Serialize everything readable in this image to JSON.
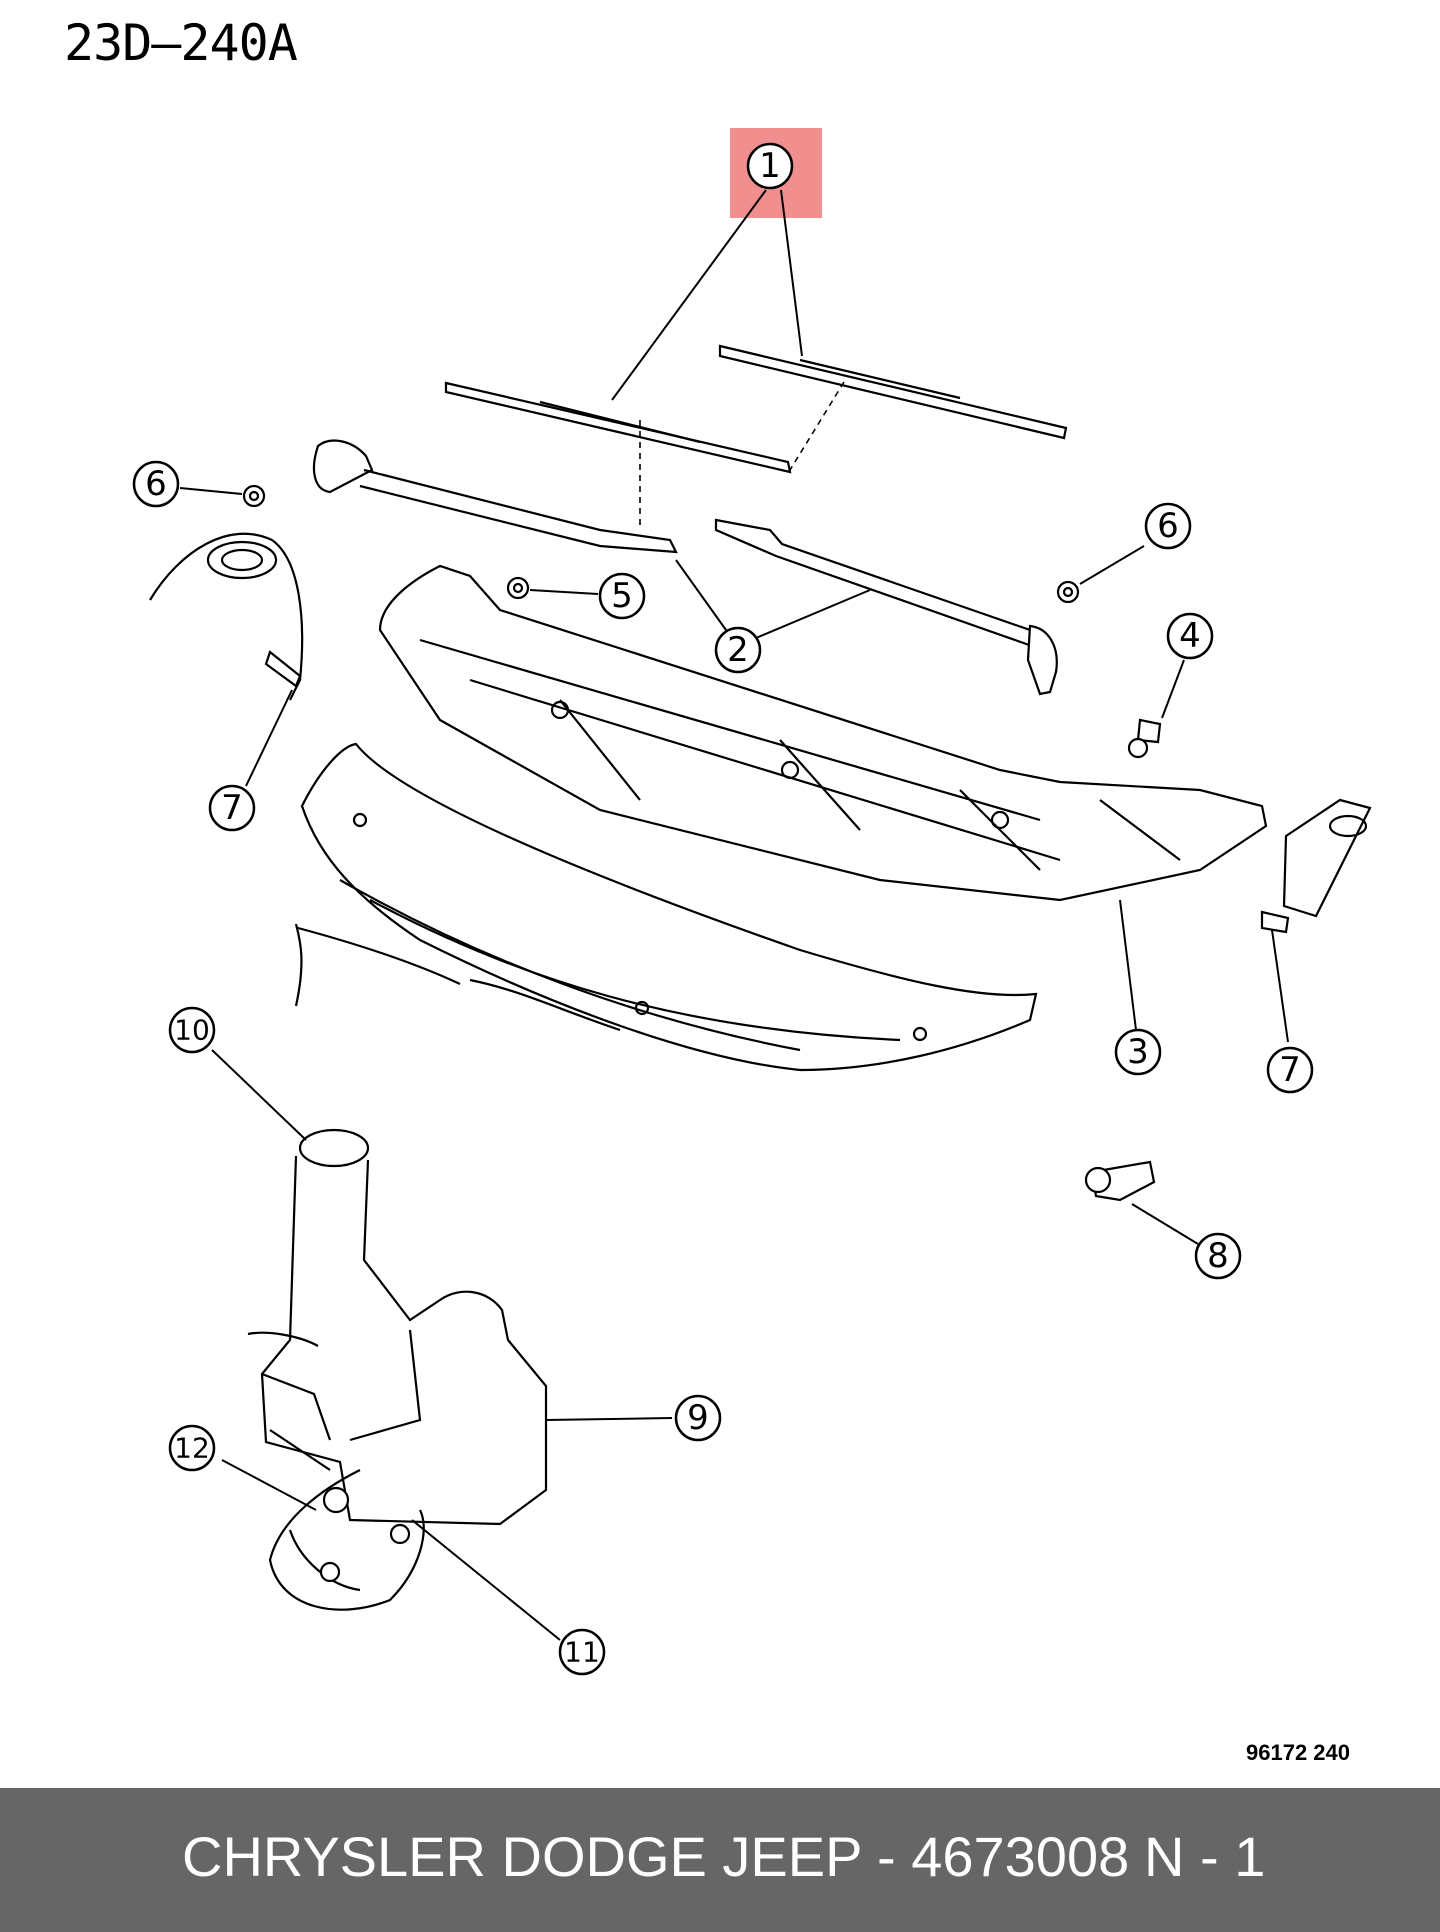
{
  "diagram_id": "23D–240A",
  "figure_code": "96172  240",
  "callouts": [
    "1",
    "2",
    "3",
    "4",
    "5",
    "6",
    "6",
    "7",
    "7",
    "8",
    "9",
    "10",
    "11",
    "12"
  ],
  "footer": {
    "text": "CHRYSLER DODGE JEEP - 4673008",
    "separator": "N - 1",
    "page": ""
  },
  "highlight_color": "#f18f8f"
}
